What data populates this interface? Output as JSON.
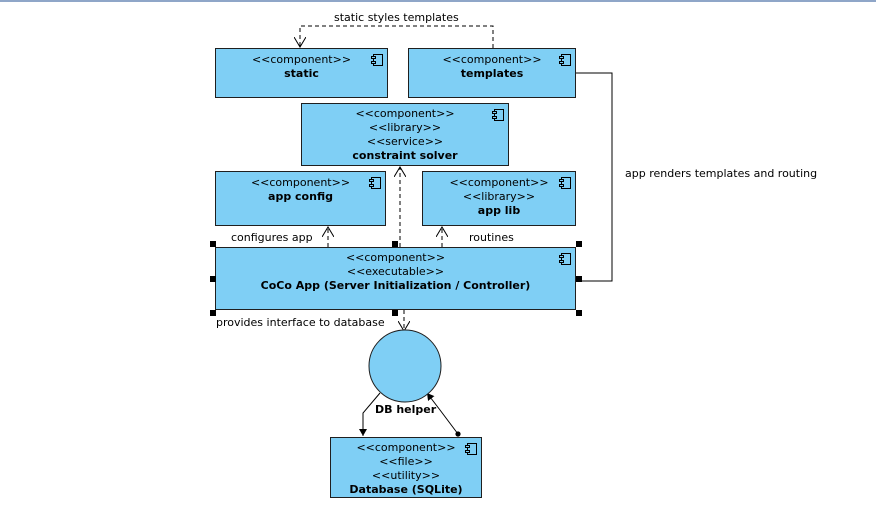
{
  "components": {
    "static": {
      "stereotypes": [
        "<<component>>"
      ],
      "name": "static"
    },
    "templates": {
      "stereotypes": [
        "<<component>>"
      ],
      "name": "templates"
    },
    "constraint_solver": {
      "stereotypes": [
        "<<component>>",
        "<<library>>",
        "<<service>>"
      ],
      "name": "constraint solver"
    },
    "app_config": {
      "stereotypes": [
        "<<component>>"
      ],
      "name": "app config"
    },
    "app_lib": {
      "stereotypes": [
        "<<component>>",
        "<<library>>"
      ],
      "name": "app lib"
    },
    "coco_app": {
      "stereotypes": [
        "<<component>>",
        "<<executable>>"
      ],
      "name": "CoCo App (Server Initialization / Controller)"
    },
    "database": {
      "stereotypes": [
        "<<component>>",
        "<<file>>",
        "<<utility>>"
      ],
      "name": "Database (SQLite)"
    }
  },
  "interface": {
    "name": "DB helper"
  },
  "connectors": {
    "static_styles": "static styles templates",
    "renders": "app renders templates and routing",
    "configures": "configures app",
    "routines": "routines",
    "provides": "provides interface to database"
  },
  "colors": {
    "component_fill": "#7fcff5",
    "border": "#1f1f1f",
    "line": "#000000"
  }
}
